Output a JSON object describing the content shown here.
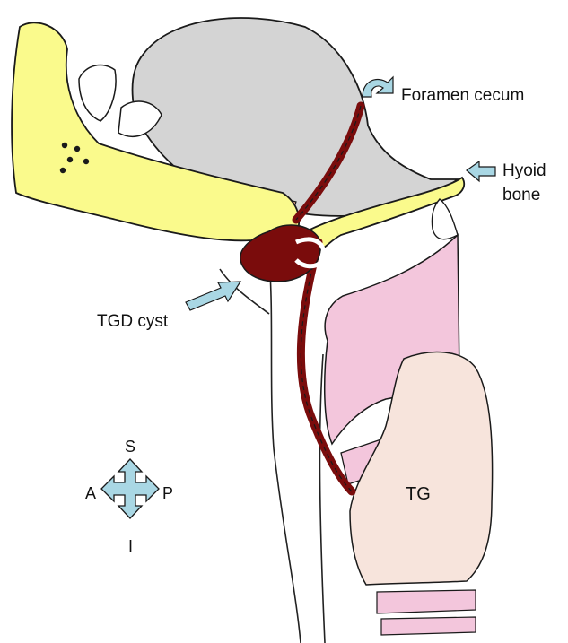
{
  "labels": {
    "foramen_cecum": "Foramen cecum",
    "hyoid_line1": "Hyoid",
    "hyoid_line2": "bone",
    "tgd_cyst": "TGD cyst",
    "tg": "TG"
  },
  "directions": {
    "superior": "S",
    "anterior": "A",
    "posterior": "P",
    "inferior": "I"
  },
  "colors": {
    "tongue": "#d4d4d4",
    "bone": "#fafa8c",
    "muscle": "#f9b898",
    "cartilage": "#f3c6dc",
    "duct": "#7a0c0c",
    "thyroid": "#f7e4dc",
    "arrow": "#a9d7e4"
  }
}
